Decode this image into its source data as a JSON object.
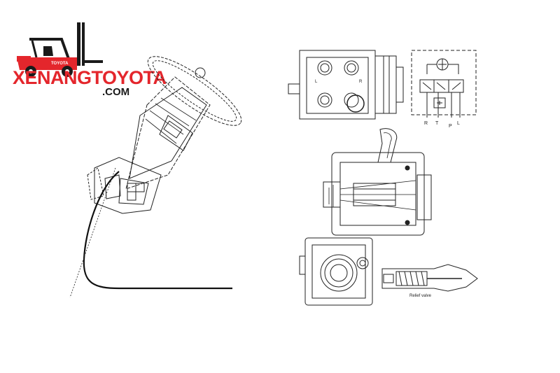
{
  "logo": {
    "brand_text": "XENANGTOYOTA",
    "domain_text": ".COM",
    "forklift_badge": "TOYOTA",
    "brand_color": "#e4262c",
    "icon": "forklift-icon"
  },
  "diagram": {
    "relief_valve_label": "Relief valve",
    "port_labels": [
      "R",
      "T",
      "P",
      "L"
    ],
    "cover_ports": [
      "L",
      "R"
    ]
  }
}
